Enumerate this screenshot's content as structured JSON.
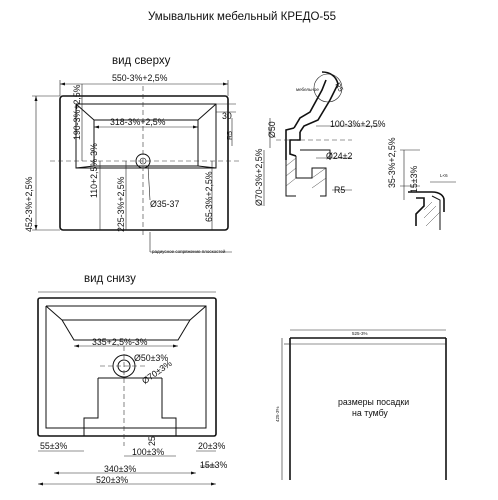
{
  "title": "Умывальник мебельный КРЕДО-55",
  "top_view": {
    "heading": "вид сверху",
    "dims": {
      "width": "550-3%+2,5%",
      "height": "452-3%+2,5%",
      "bowl_width": "318-3%+2,5%",
      "bowl_front": "190-3%+2,5%",
      "hole_offset": "110+2,5%-3%",
      "hole_y": "225-3%+2,5%",
      "right_depth": "65-3%+2,5%",
      "rim": "30",
      "side_mark": "R5",
      "hole_dia": "Ø35-37"
    },
    "note": "радиусное сопряжение плоскостей"
  },
  "section": {
    "label_r5": "R5",
    "label_small": "мебельное",
    "dia50": "Ø50",
    "dia70": "Ø70-3%+2,5%",
    "d24": "Ø24±2",
    "d100": "100-3%+2,5%",
    "r5b": "R5"
  },
  "edge_section": {
    "h35": "35-3%+2,5%",
    "h15": "15±3%",
    "note": "L<6"
  },
  "bottom_view": {
    "heading": "вид снизу",
    "dims": {
      "inner": "335+2,5%-3%",
      "d50": "Ø50±3%",
      "d70": "Ø70±3%",
      "w55": "55±3%",
      "h25": "25",
      "w100": "100±3%",
      "w20": "20±3%",
      "w340": "340±3%",
      "w15": "15±3%",
      "w520": "520±3%"
    }
  },
  "cabinet": {
    "note_line1": "размеры посадки",
    "note_line2": "на тумбу",
    "width_small": "525-3%",
    "height_small": "425-3%"
  }
}
